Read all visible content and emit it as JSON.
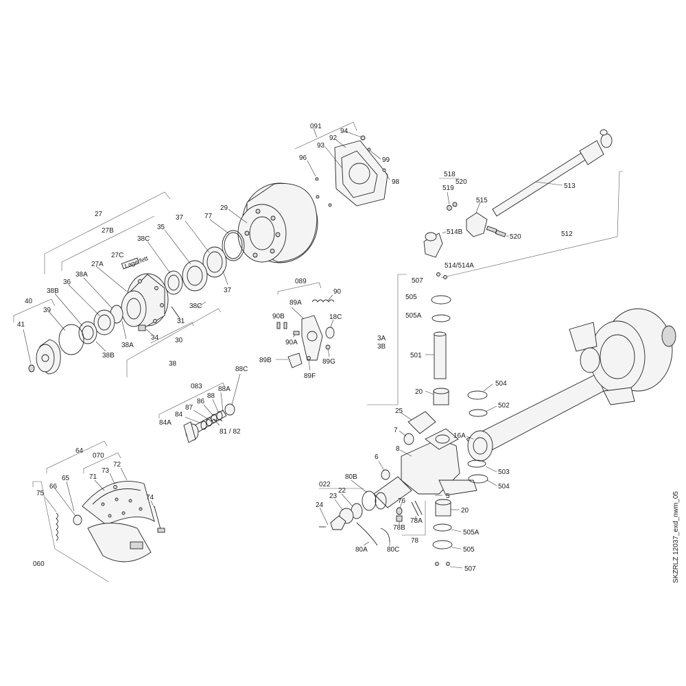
{
  "drawing_id": "SKZRLZ 12037_exd_nwm_05",
  "labels": {
    "l091": "091",
    "l94": "94",
    "l92": "92",
    "l93": "93",
    "l96": "96",
    "l99": "99",
    "l98": "98",
    "l29": "29",
    "l77": "77",
    "l37a": "37",
    "l37b": "37",
    "l35": "35",
    "l38Ca": "38C",
    "l38Cb": "38C",
    "l27": "27",
    "l27B": "27B",
    "l27C": "27C",
    "lLager": "Lagerfett",
    "l27A": "27A",
    "l38A1": "38A",
    "l38A2": "38A",
    "l36": "36",
    "l38B1": "38B",
    "l38B2": "38B",
    "l40": "40",
    "l39": "39",
    "l41": "41",
    "l31": "31",
    "l34": "34",
    "l30": "30",
    "l38": "38",
    "l089": "089",
    "l90": "90",
    "l89A": "89A",
    "l90B": "90B",
    "l18C": "18C",
    "l90A": "90A",
    "l89B": "89B",
    "l89F": "89F",
    "l89G": "89G",
    "l88C": "88C",
    "l083": "083",
    "l88A": "88A",
    "l88": "88",
    "l86": "86",
    "l87": "87",
    "l84": "84",
    "l84A": "84A",
    "l8182": "81 / 82",
    "l64": "64",
    "l070": "070",
    "l65": "65",
    "l73": "73",
    "l72": "72",
    "l71": "71",
    "l75": "75",
    "l66": "66",
    "l74": "74",
    "l060": "060",
    "l518": "518",
    "l520a": "520",
    "l519": "519",
    "l515": "515",
    "l513": "513",
    "l514B": "514B",
    "l520b": "520",
    "l512": "512",
    "l514": "514/514A",
    "l507a": "507",
    "l505a": "505",
    "l505Aa": "505A",
    "l3A": "3A",
    "l3B": "3B",
    "l501": "501",
    "l20a": "20",
    "l504a": "504",
    "l502": "502",
    "l25": "25",
    "l7": "7",
    "l16A": "16A",
    "l8": "8",
    "l6": "6",
    "l503": "503",
    "l504b": "504",
    "l022": "022",
    "l80B": "80B",
    "l22": "22",
    "l23": "23",
    "l24": "24",
    "l5": "5",
    "l76": "76",
    "l20b": "20",
    "l78B": "78B",
    "l78A": "78A",
    "l78": "78",
    "l80A": "80A",
    "l80C": "80C",
    "l505Ab": "505A",
    "l505b": "505",
    "l507b": "507"
  }
}
